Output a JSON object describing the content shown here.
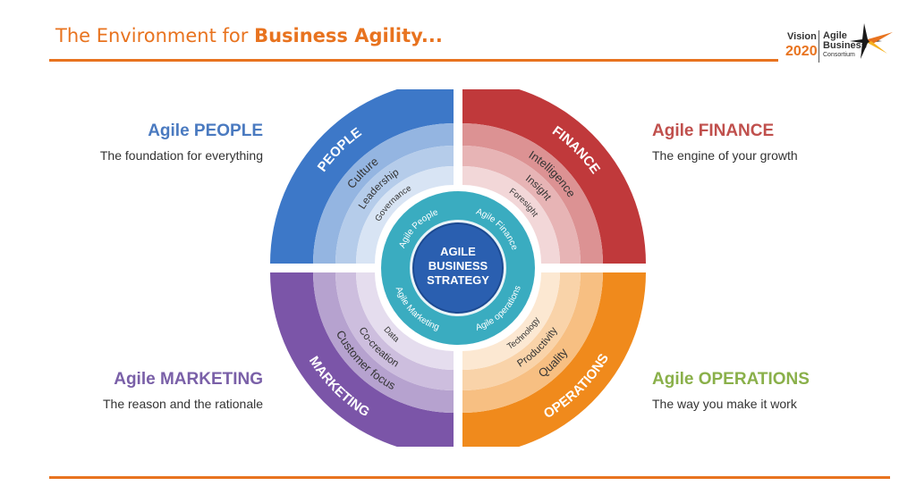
{
  "header": {
    "title_prefix": "The Environment for ",
    "title_bold": "Business Agility..."
  },
  "logo": {
    "vision": "Vision",
    "year": "2020",
    "line1": "Agile",
    "line2": "Business",
    "line3": "Consortium"
  },
  "quadrants": {
    "people": {
      "title": "Agile PEOPLE",
      "subtitle": "The foundation for everything",
      "outer_label": "PEOPLE",
      "ring1": "Culture",
      "ring2": "Leadership",
      "ring3": "Governance",
      "inner": "Agile People",
      "color": "#3d78c8"
    },
    "finance": {
      "title": "Agile FINANCE",
      "subtitle": "The engine of your growth",
      "outer_label": "FINANCE",
      "ring1": "Intelligence",
      "ring2": "Insight",
      "ring3": "Foresight",
      "inner": "Agile Finance",
      "color": "#c0393b"
    },
    "marketing": {
      "title": "Agile MARKETING",
      "subtitle": "The reason and the rationale",
      "outer_label": "MARKETING",
      "ring1": "Customer focus",
      "ring2": "Co-creation",
      "ring3": "Data",
      "inner": "Agile Marketing",
      "color": "#7b55a8"
    },
    "operations": {
      "title": "Agile OPERATIONS",
      "subtitle": "The way you make it work",
      "outer_label": "OPERATIONS",
      "ring1": "Quality",
      "ring2": "Productivity",
      "ring3": "Technology",
      "inner": "Agile operations",
      "color": "#f08a1c"
    }
  },
  "center": {
    "line1": "AGILE",
    "line2": "BUSINESS",
    "line3": "STRATEGY"
  },
  "colors": {
    "accent": "#e8731f",
    "teal": "#3aacc0",
    "center": "#2a5fb0"
  }
}
